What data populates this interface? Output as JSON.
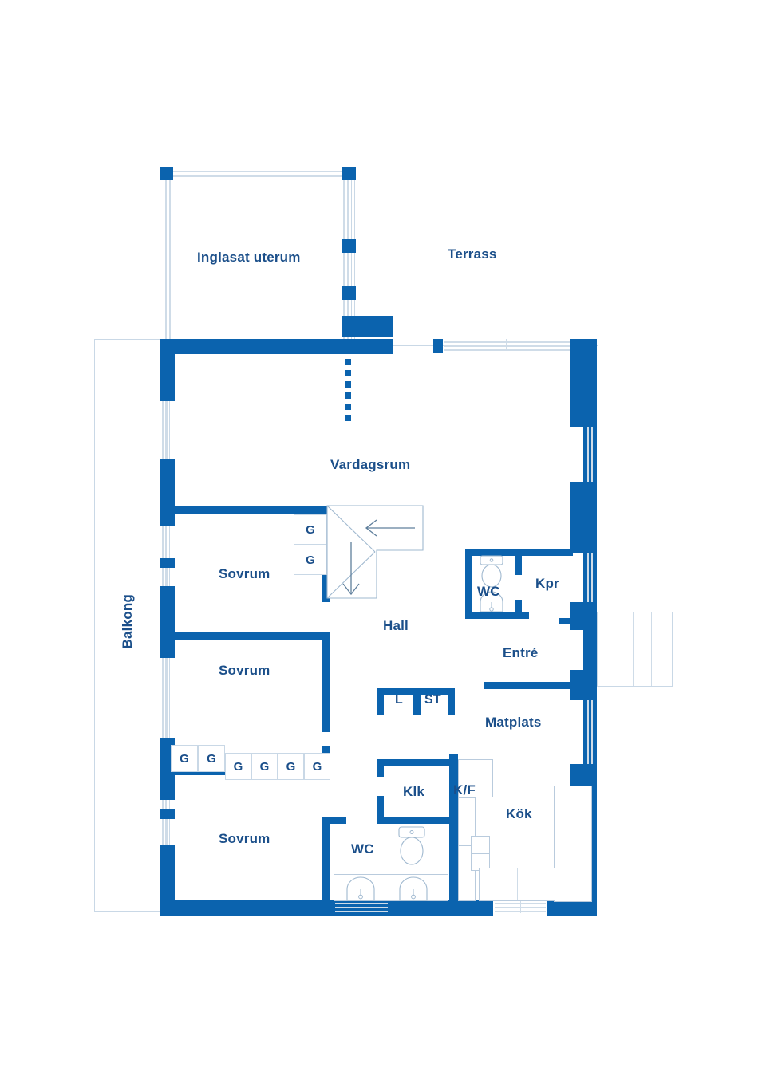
{
  "plan": {
    "kind": "apartment-floor-plan",
    "language": "sv",
    "colors": {
      "wall": "#0B63AE",
      "label_text": "#1B4F8A",
      "fixture_line": "#b9cbdd",
      "outline_line": "#c9d8e6",
      "background": "#ffffff"
    }
  },
  "rooms": {
    "inglasat_uterum": "Inglasat uterum",
    "terrass": "Terrass",
    "vardagsrum": "Vardagsrum",
    "balkong": "Balkong",
    "sovrum_1": "Sovrum",
    "sovrum_2": "Sovrum",
    "sovrum_3": "Sovrum",
    "hall": "Hall",
    "wc_upper": "WC",
    "wc_lower": "WC",
    "kpr": "Kpr",
    "entre": "Entré",
    "matplats": "Matplats",
    "klk": "Klk",
    "kf": "K/F",
    "kok": "Kök"
  },
  "storage": {
    "linen": "L",
    "st": "ST",
    "wardrobe_letter": "G",
    "wardrobes_sovrum1": [
      "G",
      "G"
    ],
    "wardrobes_sovrum3_left": [
      "G",
      "G"
    ],
    "wardrobes_sovrum3_right": [
      "G",
      "G",
      "G",
      "G"
    ]
  },
  "fixtures": {
    "toilet_upper": "toilet",
    "sink_upper": "sink",
    "toilet_lower": "toilet",
    "sinks_lower": [
      "sink",
      "sink"
    ],
    "stair": "staircase-down"
  }
}
